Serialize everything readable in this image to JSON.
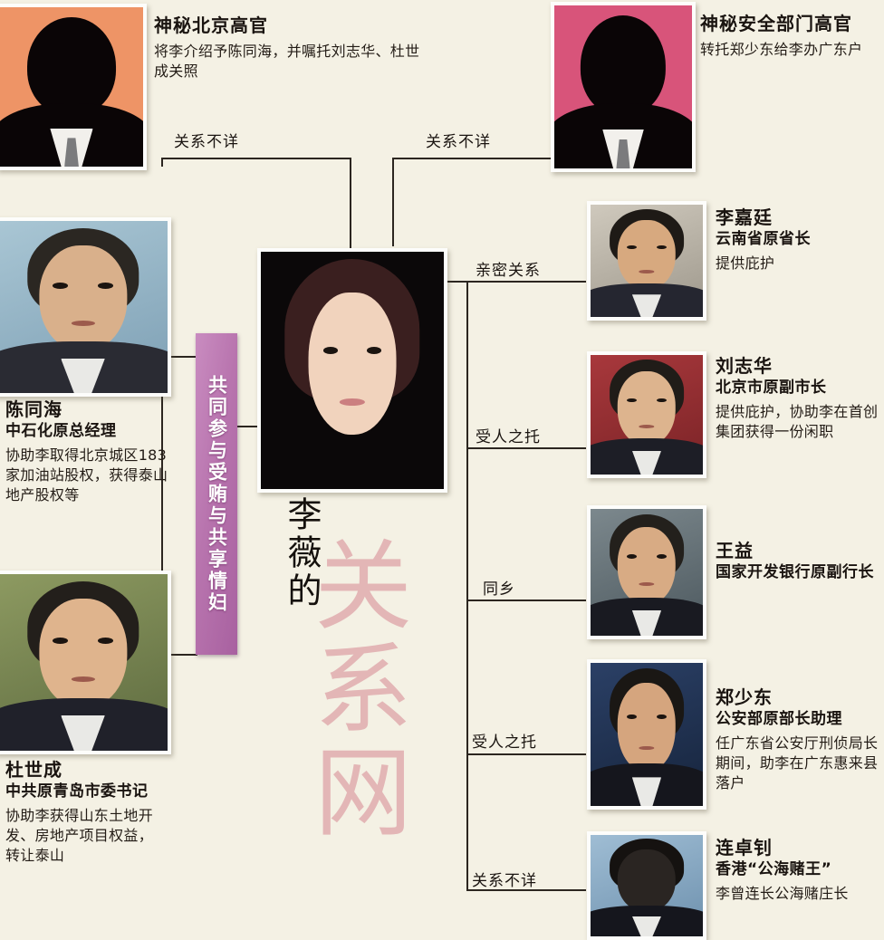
{
  "infographic": {
    "center": {
      "name_prefix": "李薇的",
      "big_title": "关系网",
      "portrait_alt": "李薇"
    },
    "banner": {
      "text": "共同参与受贿与共享情妇"
    },
    "nodes": [
      {
        "id": "mystery-beijing-official",
        "name": "神秘北京高官",
        "title": "",
        "desc": "将李介绍予陈同海，并嘱托刘志华、杜世成关照",
        "photo_bg": "#ee9466",
        "edge_label": "关系不详"
      },
      {
        "id": "mystery-security-official",
        "name": "神秘安全部门高官",
        "title": "",
        "desc": "转托郑少东给李办广东户",
        "photo_bg": "#d8547a",
        "edge_label": "关系不详"
      },
      {
        "id": "chen-tonghai",
        "name": "陈同海",
        "title": "中石化原总经理",
        "desc": "协助李取得北京城区183家加油站股权，获得泰山地产股权等",
        "photo_bg": "#8fb6c8",
        "edge_label": ""
      },
      {
        "id": "du-shicheng",
        "name": "杜世成",
        "title": "中共原青岛市委书记",
        "desc": "协助李获得山东土地开发、房地产项目权益，转让泰山",
        "photo_bg": "#6f7d4f",
        "edge_label": ""
      },
      {
        "id": "li-jiating",
        "name": "李嘉廷",
        "title": "云南省原省长",
        "desc": "提供庇护",
        "photo_bg": "#b8b2a6",
        "edge_label": "亲密关系"
      },
      {
        "id": "liu-zhihua",
        "name": "刘志华",
        "title": "北京市原副市长",
        "desc": "提供庇护，协助李在首创集团获得一份闲职",
        "photo_bg": "#8c2f33",
        "edge_label": "受人之托"
      },
      {
        "id": "wang-yi",
        "name": "王益",
        "title": "国家开发银行原副行长",
        "desc": "",
        "photo_bg": "#5d6a70",
        "edge_label": "同乡"
      },
      {
        "id": "zheng-shaodong",
        "name": "郑少东",
        "title": "公安部原部长助理",
        "desc": "任广东省公安厅刑侦局长期间，助李在广东惠来县落户",
        "photo_bg": "#1d2e4a",
        "edge_label": "受人之托"
      },
      {
        "id": "lian-zhuozhao",
        "name": "连卓钊",
        "title": "香港“公海赌王”",
        "desc": "李曾连长公海赌庄长",
        "photo_bg": "#7fa3bd",
        "edge_label": "关系不详"
      }
    ]
  }
}
